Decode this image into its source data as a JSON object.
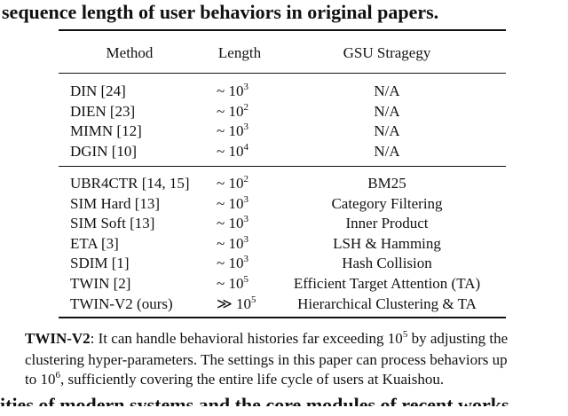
{
  "caption": "sequence length of user behaviors in original papers.",
  "table": {
    "headers": {
      "method": "Method",
      "length": "Length",
      "gsu": "GSU Stragegy"
    },
    "group1": [
      {
        "method": "DIN [24]",
        "approx": "~ 10",
        "exp": "3",
        "gsu": "N/A"
      },
      {
        "method": "DIEN [23]",
        "approx": "~ 10",
        "exp": "2",
        "gsu": "N/A"
      },
      {
        "method": "MIMN [12]",
        "approx": "~ 10",
        "exp": "3",
        "gsu": "N/A"
      },
      {
        "method": "DGIN [10]",
        "approx": "~ 10",
        "exp": "4",
        "gsu": "N/A"
      }
    ],
    "group2": [
      {
        "method": "UBR4CTR [14, 15]",
        "approx": "~ 10",
        "exp": "2",
        "gsu": "BM25"
      },
      {
        "method": "SIM Hard [13]",
        "approx": "~ 10",
        "exp": "3",
        "gsu": "Category Filtering"
      },
      {
        "method": "SIM Soft [13]",
        "approx": "~ 10",
        "exp": "3",
        "gsu": "Inner Product"
      },
      {
        "method": "ETA [3]",
        "approx": "~ 10",
        "exp": "3",
        "gsu": "LSH & Hamming"
      },
      {
        "method": "SDIM [1]",
        "approx": "~ 10",
        "exp": "3",
        "gsu": "Hash Collision"
      },
      {
        "method": "TWIN [2]",
        "approx": "~ 10",
        "exp": "5",
        "gsu": "Efficient Target Attention (TA)"
      },
      {
        "method": "TWIN-V2 (ours)",
        "approx": "≫ 10",
        "exp": "5",
        "gsu": "Hierarchical Clustering & TA"
      }
    ]
  },
  "note": {
    "bold": "TWIN-V2",
    "line1_a": ": It can handle behavioral histories far exceeding 10",
    "line1_exp": "5",
    "line1_b": " by adjusting the",
    "line2": "clustering hyper-parameters. The settings in this paper can process behaviors up",
    "line3_a": "to 10",
    "line3_exp": "6",
    "line3_b": ", sufficiently covering the entire life cycle of users at Kuaishou."
  },
  "body_fragment": "ities of modern systems and the core modules of recent works."
}
